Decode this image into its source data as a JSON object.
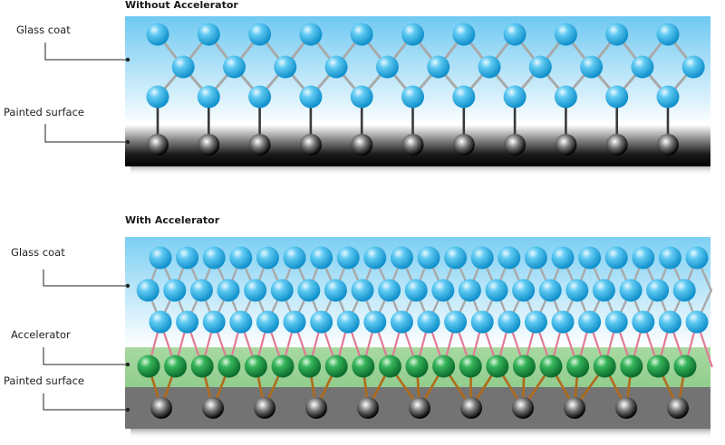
{
  "panel_top": {
    "title": "Without Accelerator",
    "labels": {
      "glass_coat": "Glass coat",
      "painted_surface": "Painted surface"
    }
  },
  "panel_bottom": {
    "title": "With Accelerator",
    "labels": {
      "glass_coat": "Glass coat",
      "accelerator": "Accelerator",
      "painted_surface": "Painted surface"
    }
  },
  "colors": {
    "glass_sky": "#7ccef3",
    "glass_molecule": "#2fb6ea",
    "glass_bond": "#a9a9a9",
    "accelerator_band": "#9fd39a",
    "accelerator_molecule": "#1f9a4a",
    "accelerator_glass_bond": "#e27a96",
    "accelerator_paint_bond": "#b06a1c",
    "paint_molecule": "#2a2a2a",
    "paint_bond": "#3a3a3a",
    "painted_surface_dark": "#0c0c0c",
    "painted_surface_gray": "#737373"
  }
}
